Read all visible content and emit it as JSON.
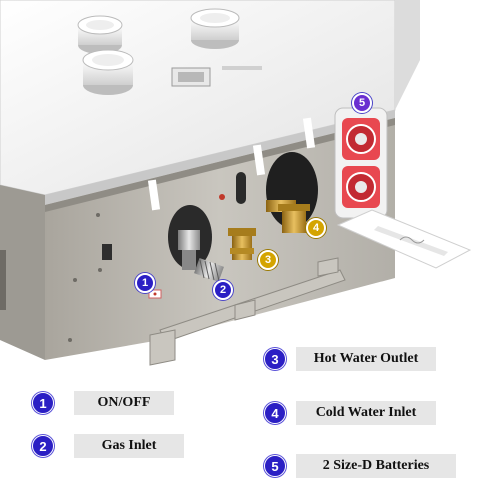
{
  "callouts": [
    {
      "number": "1"
    },
    {
      "number": "2"
    },
    {
      "number": "3"
    },
    {
      "number": "4"
    },
    {
      "number": "5"
    }
  ],
  "legend": [
    {
      "number": "1",
      "label": "ON/OFF"
    },
    {
      "number": "2",
      "label": "Gas Inlet"
    },
    {
      "number": "3",
      "label": "Hot Water Outlet"
    },
    {
      "number": "4",
      "label": "Cold Water Inlet"
    },
    {
      "number": "5",
      "label": "2 Size-D Batteries"
    }
  ],
  "colors": {
    "badge": "#2b1fc4",
    "label_bg": "#e6e6e6",
    "housing_top": "#f4f4f4",
    "housing_body": "#bdbab3",
    "battery_red": "#d8343c",
    "brass": "#c9972e"
  }
}
